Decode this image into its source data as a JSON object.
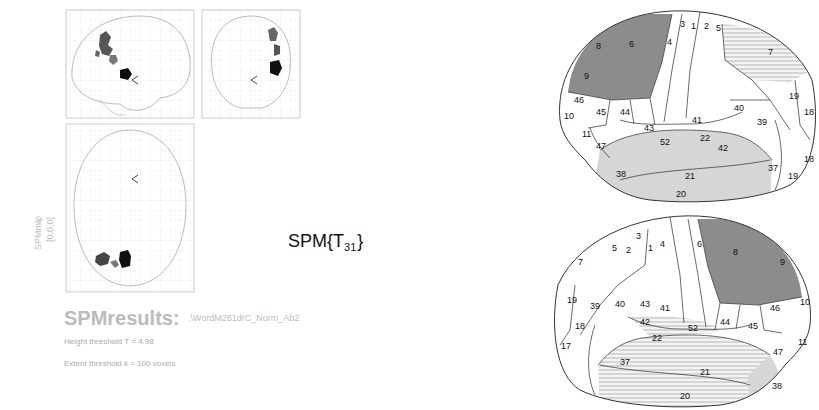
{
  "diagram": {
    "labels": [
      "SPMmip",
      "[0,0,0]",
      "SPM{T",
      "31",
      "}",
      "SPMresults:",
      ".\\WordM261drC_Norm_Ab2",
      "Height threshold T = 4.98",
      "Extent threshold k = 100 voxels",
      "9",
      "8",
      "6",
      "4",
      "3",
      "1",
      "2",
      "5",
      "7",
      "46",
      "10",
      "45",
      "44",
      "43",
      "11",
      "47",
      "41",
      "40",
      "39",
      "19",
      "18",
      "52",
      "22",
      "42",
      "38",
      "21",
      "20",
      "37",
      "19",
      "18",
      "7",
      "5",
      "3",
      "1",
      "2",
      "4",
      "6",
      "8",
      "9",
      "19",
      "18",
      "17",
      "39",
      "40",
      "43",
      "41",
      "42",
      "22",
      "52",
      "44",
      "45",
      "46",
      "10",
      "47",
      "11",
      "38",
      "21",
      "37",
      "20"
    ]
  }
}
